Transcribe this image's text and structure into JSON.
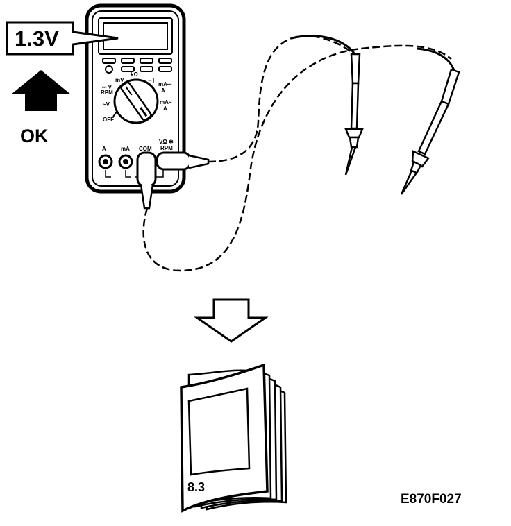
{
  "callout": {
    "reading": "1.3V"
  },
  "status": {
    "label": "OK"
  },
  "meter": {
    "dial_labels": {
      "mv": "mV",
      "ohm": "kΩ",
      "diode": "→|",
      "v_dc": "⎓ V",
      "rpm": "RPM",
      "ma_dc": "mA⎓",
      "a_dc": "A",
      "v_ac": "~V",
      "ma_ac": "mA~",
      "a_ac": "A",
      "off": "OFF"
    },
    "jacks": {
      "a": "A",
      "ma": "mA",
      "com": "COM",
      "v_ohm": "VΩ ✱",
      "rpm": "RPM"
    }
  },
  "manual": {
    "section": "8.3"
  },
  "figure_code": "E870F027",
  "colors": {
    "ink": "#000000",
    "paper": "#ffffff"
  }
}
